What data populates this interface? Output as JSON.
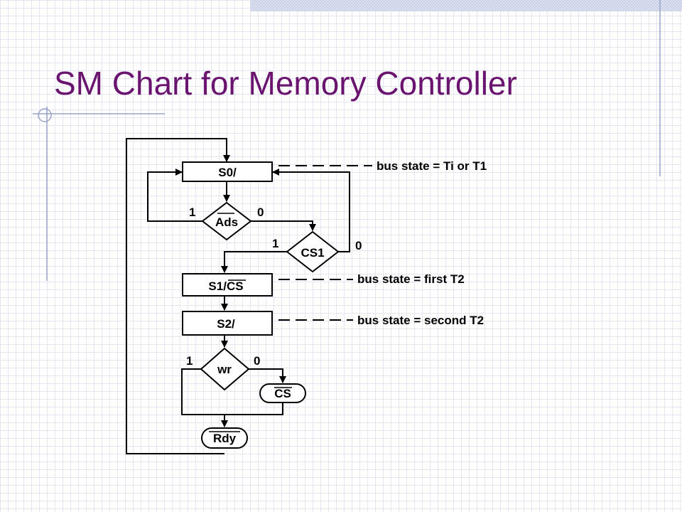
{
  "slide": {
    "title": "SM Chart for Memory Controller"
  },
  "diagram": {
    "states": {
      "s0": "S0/",
      "s1": "S1/CS",
      "s2": "S2/"
    },
    "decisions": {
      "ads": "Ads",
      "cs1": "CS1",
      "wr": "wr"
    },
    "outputs": {
      "cs": "CS",
      "rdy": "Rdy"
    },
    "branch_labels": {
      "ads_true": "1",
      "ads_false": "0",
      "cs1_true": "1",
      "cs1_false": "0",
      "wr_true": "1",
      "wr_false": "0"
    },
    "annotations": {
      "s0": "bus state = Ti or T1",
      "s1": "bus state = first T2",
      "s2": "bus state = second T2"
    }
  },
  "colors": {
    "title": "#6a1470",
    "deco_line": "#9aa4c8",
    "line": "#000000"
  }
}
